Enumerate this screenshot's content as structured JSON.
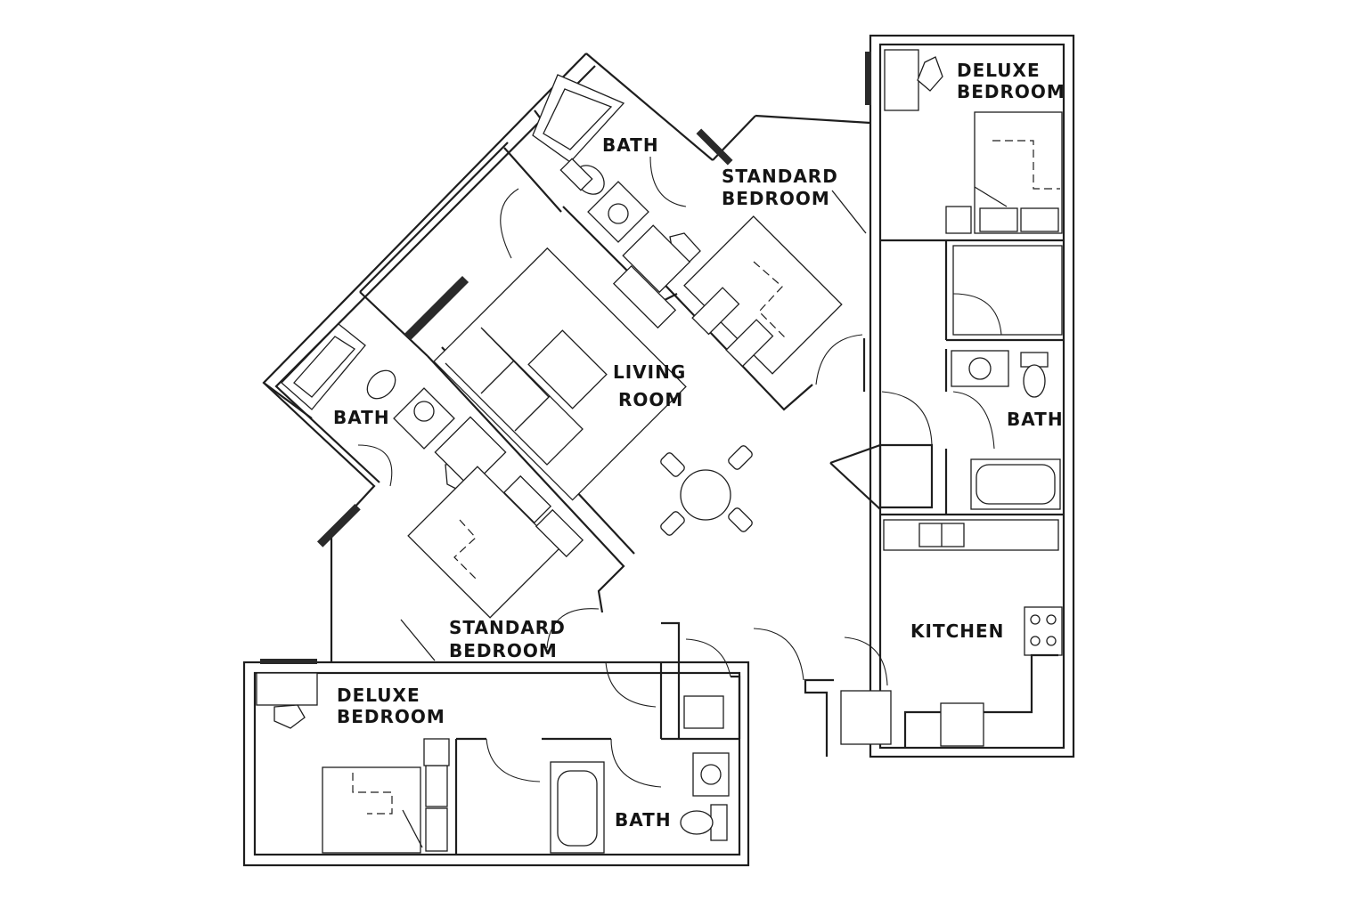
{
  "rooms": {
    "deluxe_bedroom_top": [
      "DELUXE",
      "BEDROOM"
    ],
    "bath_top": "BATH",
    "standard_bedroom_top": [
      "STANDARD",
      "BEDROOM"
    ],
    "living_room": [
      "LIVING",
      "ROOM"
    ],
    "bath_left": "BATH",
    "bath_right": "BATH",
    "standard_bedroom_bottom": [
      "STANDARD",
      "BEDROOM"
    ],
    "kitchen": "KITCHEN",
    "deluxe_bedroom_bottom": [
      "DELUXE",
      "BEDROOM"
    ],
    "bath_bottom": "BATH"
  }
}
